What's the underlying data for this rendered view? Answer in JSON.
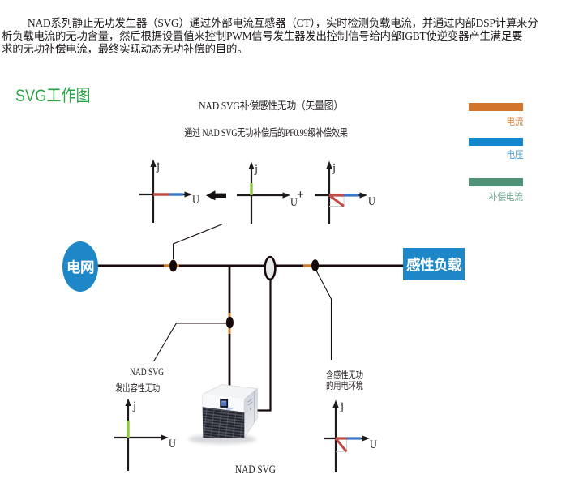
{
  "intro": {
    "lines": [
      "NAD系列静止无功发生器（SVG）通过外部电流互感器（CT），实时检测负载电流，并通过内部DSP计算来分",
      "析负载电流的无功含量，然后根据设置值来控制PWM信号发生器发出控制信号给内部IGBT使逆变器产生满足要",
      "求的无功补偿电流，最终实现动态无功补偿的目的。"
    ]
  },
  "page_title": "SVG工作图",
  "vector_section": {
    "title": "NAD SVG补偿感性无功（矢量图）",
    "subtitle": "通过 NAD SVG无功补偿后的PF0.99级补偿效果",
    "axis_labels": {
      "vertical": "j",
      "horizontal": "U"
    },
    "plus_operator": "+"
  },
  "legend": {
    "items": [
      {
        "label": "电流",
        "color": "#d2752b"
      },
      {
        "label": "电压",
        "color": "#1287cd"
      },
      {
        "label": "补偿电流",
        "color": "#4f9277"
      }
    ]
  },
  "circuit": {
    "grid_label": "电网",
    "load_label": "感性负载",
    "device_label": "NAD SVG",
    "svg_output_caption": {
      "line1": "NAD SVG",
      "line2": "发出容性无功"
    },
    "load_env_caption": {
      "line1": "含感性无功",
      "line2": "的用电环境"
    },
    "node_color": "#1e87c8"
  },
  "colors": {
    "title_green": "#2aa546",
    "node_blue": "#1e87c8",
    "current_orange": "#d2752b",
    "voltage_blue": "#1287cd",
    "compensation_green": "#4f9277",
    "vector_red": "#be4b45",
    "vector_blue": "#3a79c9",
    "vector_green": "#8ec641"
  }
}
